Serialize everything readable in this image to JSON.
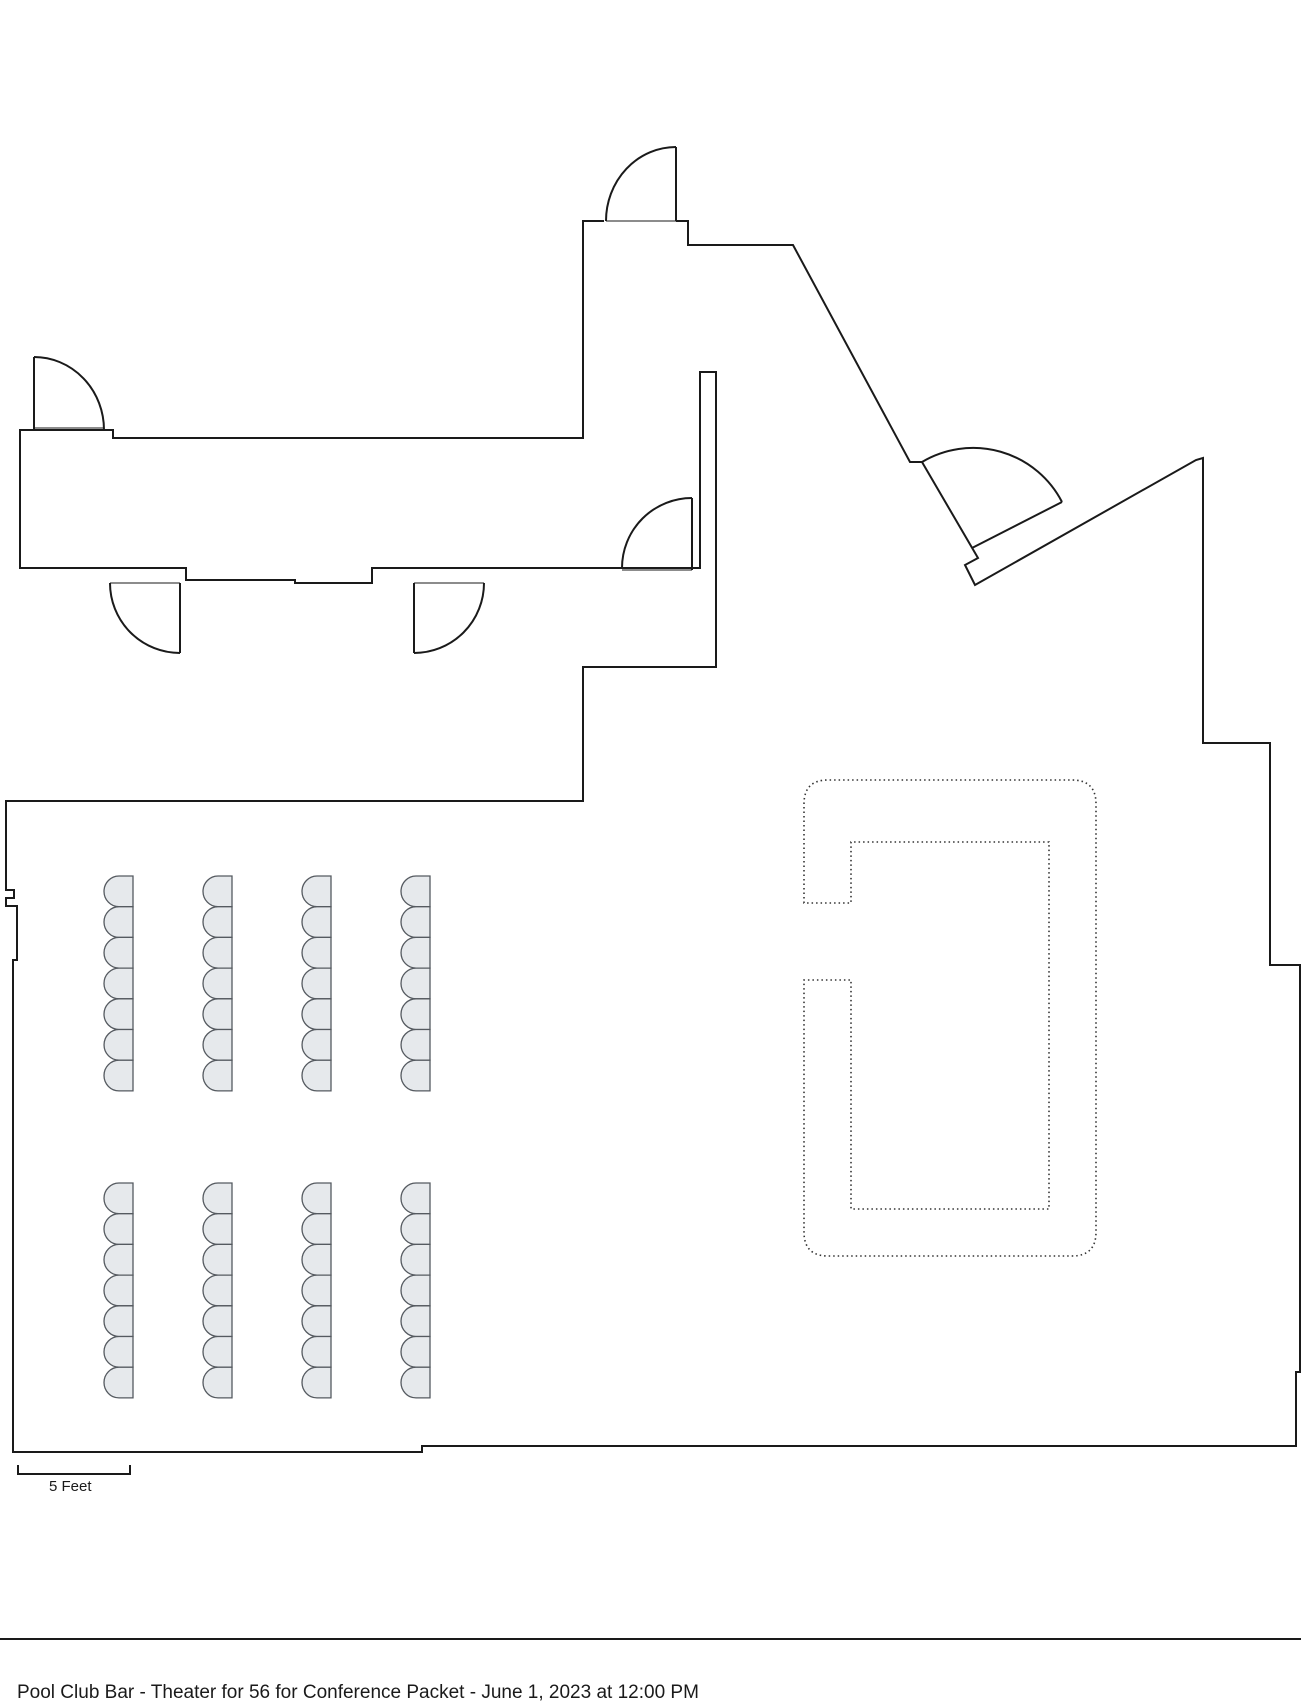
{
  "scale_bar": {
    "label": "5 Feet"
  },
  "footer": {
    "caption": "Pool Club Bar - Theater for 56 for Conference Packet - June 1, 2023 at 12:00 PM"
  },
  "seating": {
    "total_seats": 56,
    "columns_per_block": 4,
    "blocks": [
      {
        "name": "front-block",
        "columns": 4,
        "seats_per_column": 7
      },
      {
        "name": "rear-block",
        "columns": 4,
        "seats_per_column": 7
      }
    ]
  }
}
